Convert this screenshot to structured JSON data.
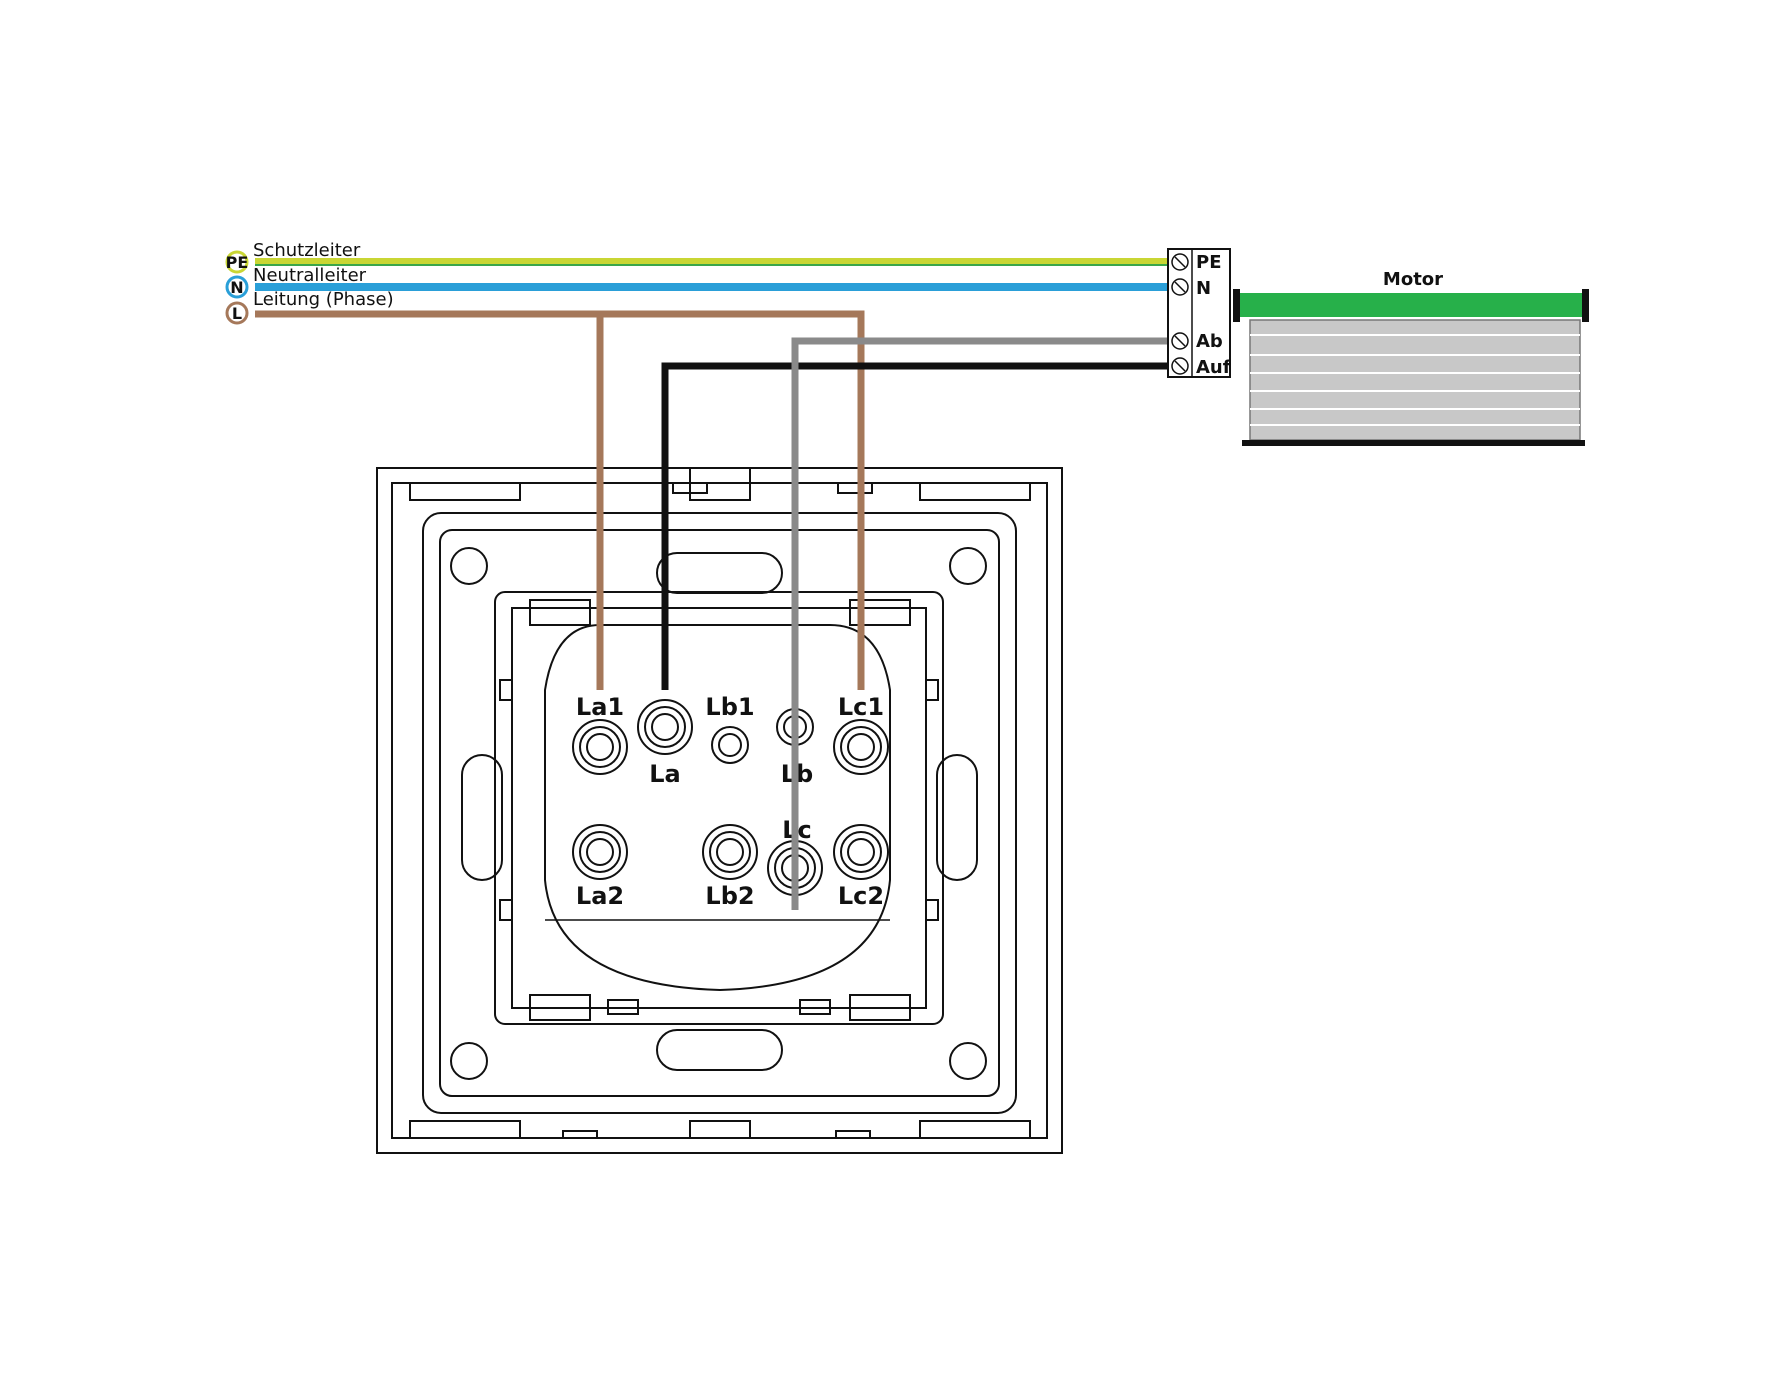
{
  "legend": {
    "pe": {
      "symbol": "PE",
      "label": "Schutzleiter",
      "color": "#c9d634"
    },
    "n": {
      "symbol": "N",
      "label": "Neutralleiter",
      "color": "#2a9fd8"
    },
    "l": {
      "symbol": "L",
      "label": "Leitung (Phase)",
      "color": "#a5785a"
    }
  },
  "motor": {
    "title": "Motor",
    "terminals": [
      "PE",
      "N",
      "Ab",
      "Auf"
    ],
    "top_bar_color": "#27b04a",
    "slat_color": "#c8c8c8"
  },
  "switch": {
    "terminals_top": [
      "La1",
      "Lb1",
      "Lc1"
    ],
    "terminals_mid": [
      "La",
      "Lb",
      "Lc"
    ],
    "terminals_bottom": [
      "La2",
      "Lb2",
      "Lc2"
    ]
  },
  "wire_colors": {
    "phase": "#a5785a",
    "auf": "#111111",
    "ab": "#8a8a8a"
  }
}
